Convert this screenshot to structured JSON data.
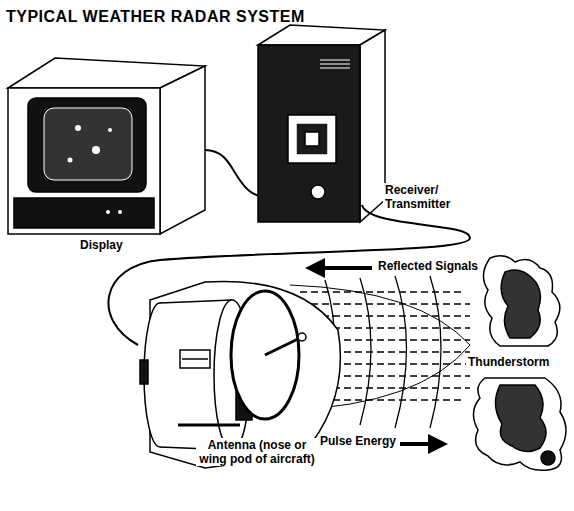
{
  "diagram": {
    "title": "TYPICAL WEATHER RADAR SYSTEM",
    "labels": [
      "Display",
      "Receiver/ Transmitter",
      "Reflected Signals",
      "Thunderstorm",
      "Pulse Energy",
      "Antenna (nose or wing pod of aircraft)"
    ]
  }
}
